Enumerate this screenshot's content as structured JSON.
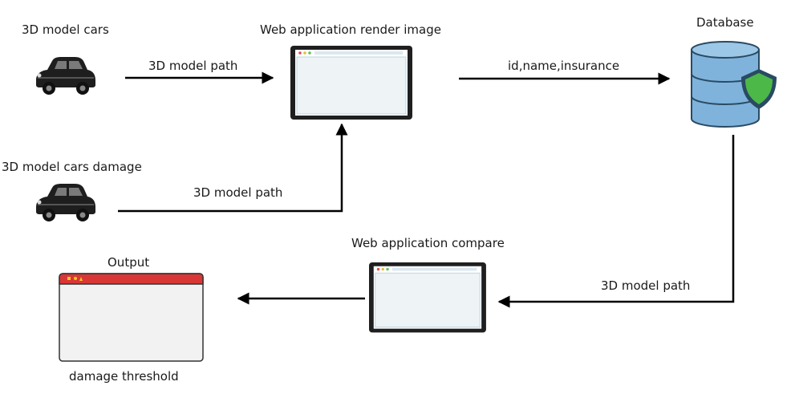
{
  "labels": {
    "cars": "3D model cars",
    "cars_damage": "3D model cars damage",
    "render": "Web application render image",
    "database": "Database",
    "compare": "Web application compare",
    "output": "Output",
    "threshold": "damage threshold"
  },
  "edges": {
    "cars_to_render": "3D model path",
    "damage_to_render": "3D model path",
    "render_to_db": "id,name,insurance",
    "db_to_compare": "3D model path"
  },
  "colors": {
    "arrow": "#000000",
    "db_body": "#7FB3DB",
    "db_outline": "#2A4A63",
    "shield": "#4CB848",
    "output_header": "#D93636",
    "browser_screen": "#F2F5F7",
    "browser_frame": "#1F1F1F"
  },
  "icons": {
    "car": "car-icon",
    "browser": "browser-window-icon",
    "database": "database-icon",
    "shield": "shield-icon",
    "output": "output-window-icon"
  }
}
